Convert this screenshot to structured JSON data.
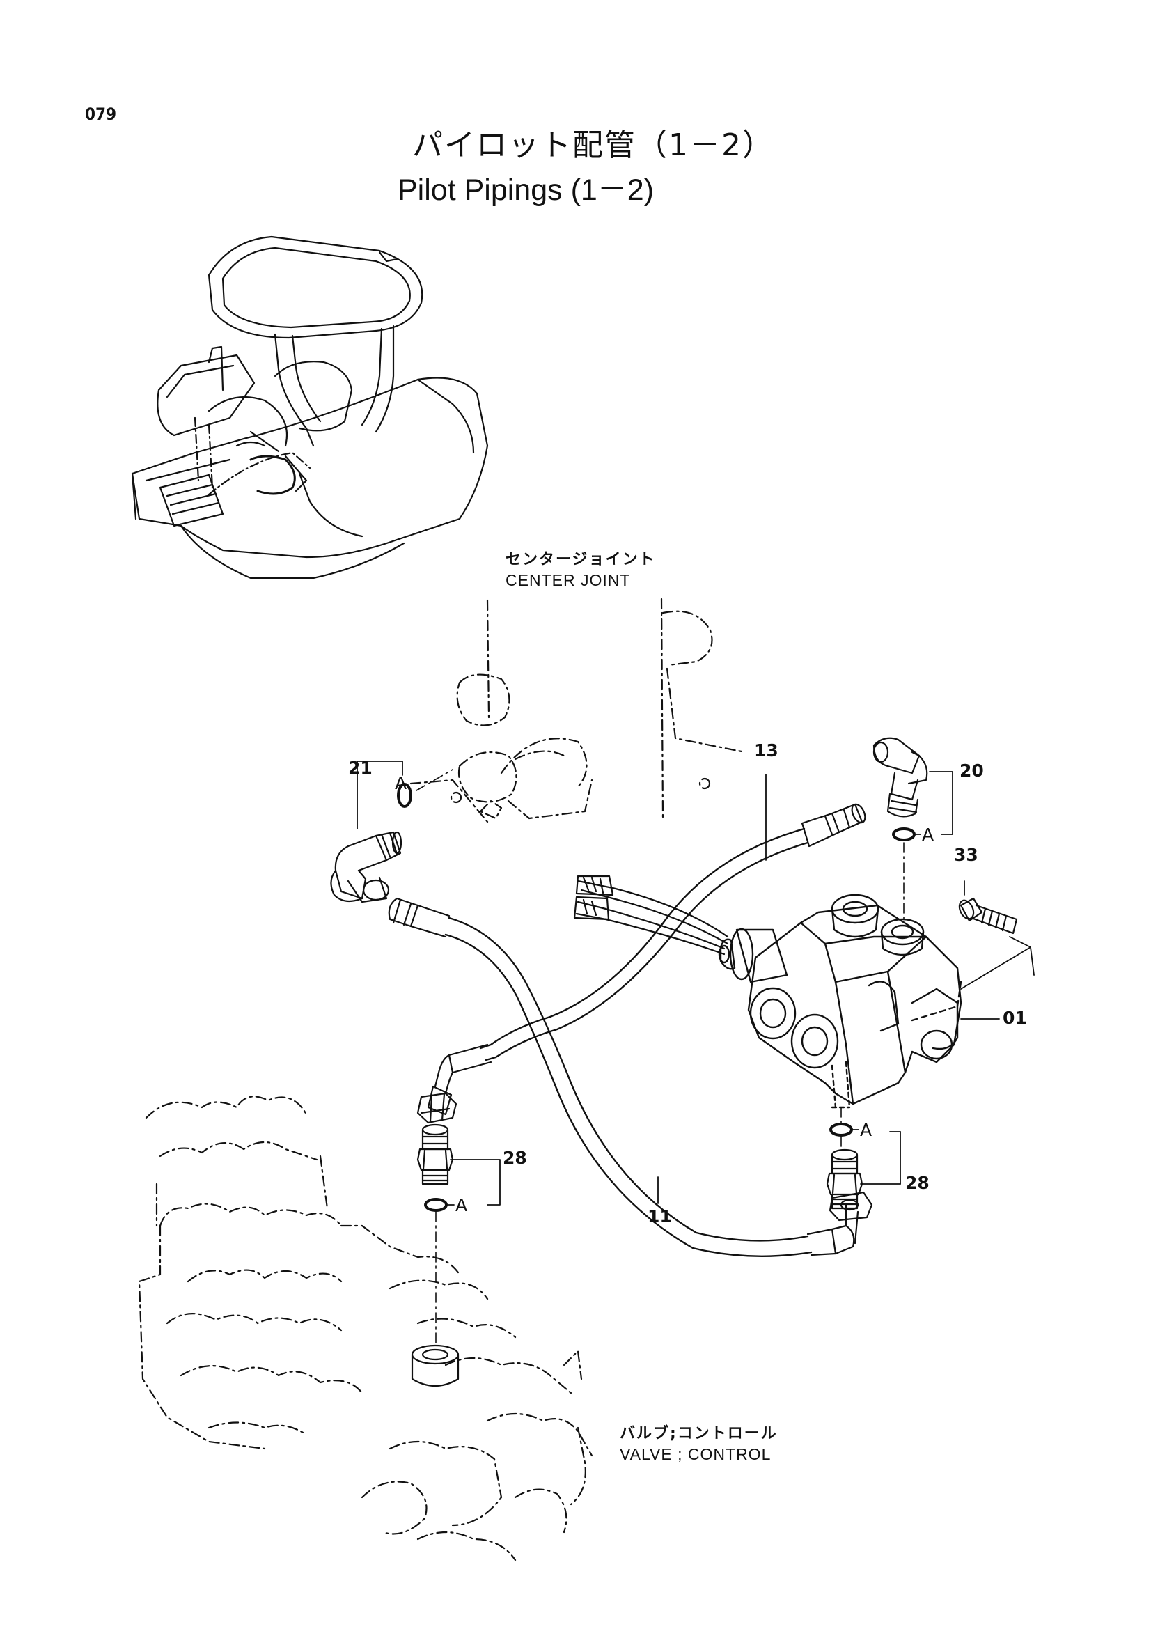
{
  "page_number": "079",
  "title_jp": "パイロット配管（1－2）",
  "title_en": "Pilot Pipings (1－2)",
  "labels": {
    "center_joint_jp": "センタージョイント",
    "center_joint_en": "CENTER  JOINT",
    "valve_jp": "バルブ;コントロール",
    "valve_en": "VALVE ; CONTROL"
  },
  "parts": {
    "p01": "01",
    "p11": "11",
    "p13": "13",
    "p20": "20",
    "p21": "21",
    "p28a": "28",
    "p28b": "28",
    "p33": "33"
  },
  "ring_labels": {
    "a1": "A",
    "a2": "A",
    "a3": "A",
    "a4": "A"
  }
}
